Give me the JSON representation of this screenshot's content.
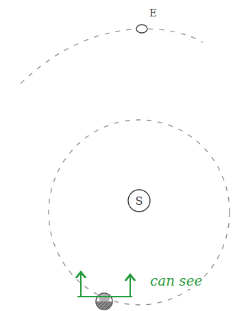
{
  "diagram": {
    "nodes": [
      {
        "text": [
          "E"
        ]
      },
      {
        "text": [
          "S"
        ]
      }
    ],
    "labels": [
      "can see"
    ]
  }
}
